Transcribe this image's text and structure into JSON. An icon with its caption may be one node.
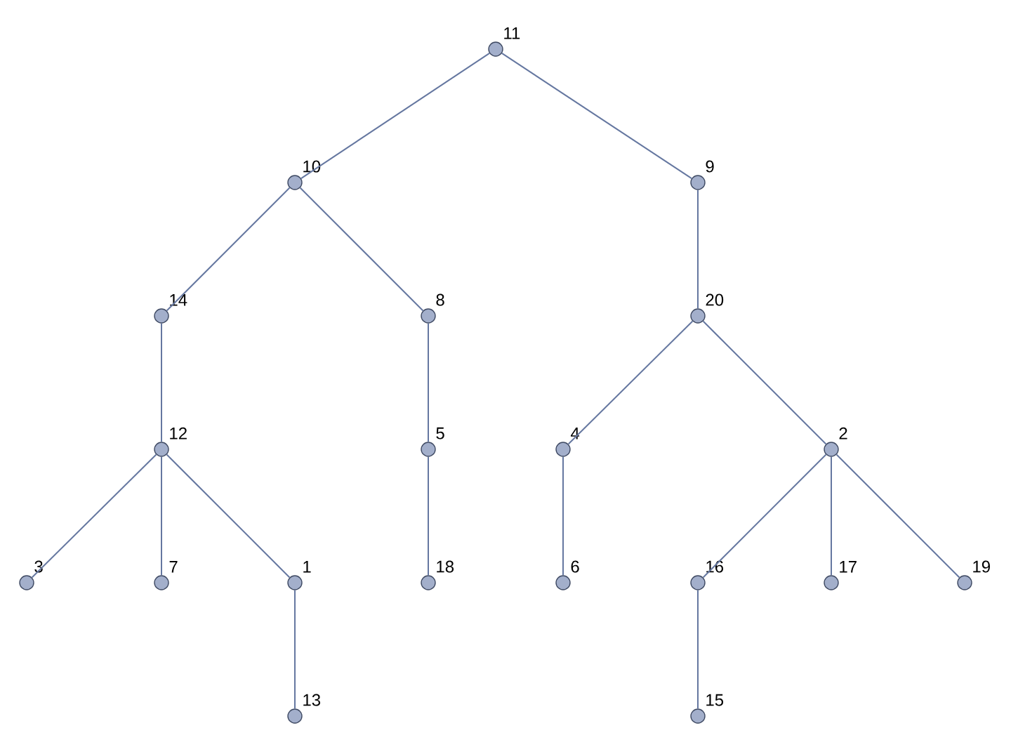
{
  "diagram": {
    "nodes": [
      {
        "text": [],
        "shape": "circle",
        "beside": [
          "11"
        ]
      },
      {
        "text": [],
        "shape": "circle",
        "beside": [
          "10"
        ]
      },
      {
        "text": [],
        "shape": "circle",
        "beside": [
          "9"
        ]
      },
      {
        "text": [],
        "shape": "circle",
        "beside": [
          "14"
        ]
      },
      {
        "text": [],
        "shape": "circle",
        "beside": [
          "8"
        ]
      },
      {
        "text": [],
        "shape": "circle",
        "beside": [
          "20"
        ]
      },
      {
        "text": [],
        "shape": "circle",
        "beside": [
          "12"
        ]
      },
      {
        "text": [],
        "shape": "circle",
        "beside": [
          "5"
        ]
      },
      {
        "text": [],
        "shape": "circle",
        "beside": [
          "4"
        ]
      },
      {
        "text": [],
        "shape": "circle",
        "beside": [
          "2"
        ]
      },
      {
        "text": [],
        "shape": "circle",
        "beside": [
          "3"
        ]
      },
      {
        "text": [],
        "shape": "circle",
        "beside": [
          "7"
        ]
      },
      {
        "text": [],
        "shape": "circle",
        "beside": [
          "1"
        ]
      },
      {
        "text": [],
        "shape": "circle",
        "beside": [
          "18"
        ]
      },
      {
        "text": [],
        "shape": "circle",
        "beside": [
          "6"
        ]
      },
      {
        "text": [],
        "shape": "circle",
        "beside": [
          "16"
        ]
      },
      {
        "text": [],
        "shape": "circle",
        "beside": [
          "17"
        ]
      },
      {
        "text": [],
        "shape": "circle",
        "beside": [
          "19"
        ]
      },
      {
        "text": [],
        "shape": "circle",
        "beside": [
          "13"
        ]
      },
      {
        "text": [],
        "shape": "circle",
        "beside": [
          "15"
        ]
      }
    ],
    "edges": [
      {
        "from": 0,
        "to": 1,
        "arrow": "none"
      },
      {
        "from": 0,
        "to": 2,
        "arrow": "none"
      },
      {
        "from": 1,
        "to": 3,
        "arrow": "none"
      },
      {
        "from": 1,
        "to": 4,
        "arrow": "none"
      },
      {
        "from": 2,
        "to": 5,
        "arrow": "none"
      },
      {
        "from": 3,
        "to": 6,
        "arrow": "none"
      },
      {
        "from": 4,
        "to": 7,
        "arrow": "none"
      },
      {
        "from": 5,
        "to": 8,
        "arrow": "none"
      },
      {
        "from": 5,
        "to": 9,
        "arrow": "none"
      },
      {
        "from": 6,
        "to": 10,
        "arrow": "none"
      },
      {
        "from": 6,
        "to": 11,
        "arrow": "none"
      },
      {
        "from": 6,
        "to": 12,
        "arrow": "none"
      },
      {
        "from": 7,
        "to": 13,
        "arrow": "none"
      },
      {
        "from": 8,
        "to": 14,
        "arrow": "none"
      },
      {
        "from": 9,
        "to": 15,
        "arrow": "none"
      },
      {
        "from": 9,
        "to": 16,
        "arrow": "none"
      },
      {
        "from": 9,
        "to": 17,
        "arrow": "none"
      },
      {
        "from": 12,
        "to": 18,
        "arrow": "none"
      },
      {
        "from": 15,
        "to": 19,
        "arrow": "none"
      }
    ]
  }
}
